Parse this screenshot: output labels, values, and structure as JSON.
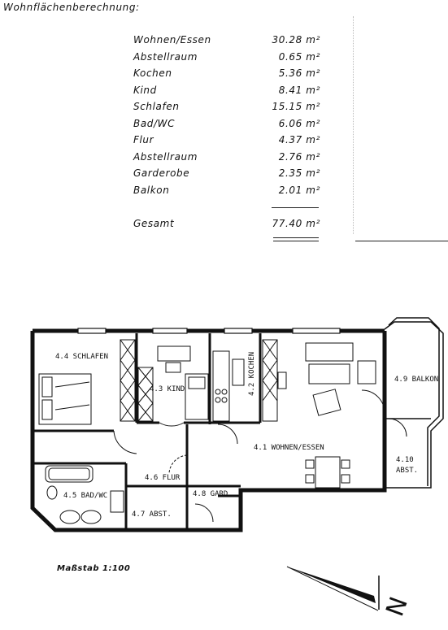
{
  "title": "Wohnflächenberechnung:",
  "areas": [
    {
      "name": "Wohnen/Essen",
      "value": "30.28 m²"
    },
    {
      "name": "Abstellraum",
      "value": "0.65 m²"
    },
    {
      "name": "Kochen",
      "value": "5.36 m²"
    },
    {
      "name": "Kind",
      "value": "8.41 m²"
    },
    {
      "name": "Schlafen",
      "value": "15.15 m²"
    },
    {
      "name": "Bad/WC",
      "value": "6.06 m²"
    },
    {
      "name": "Flur",
      "value": "4.37 m²"
    },
    {
      "name": "Abstellraum",
      "value": "2.76 m²"
    },
    {
      "name": "Garderobe",
      "value": "2.35 m²"
    },
    {
      "name": "Balkon",
      "value": "2.01 m²"
    }
  ],
  "total": {
    "name": "Gesamt",
    "value": "77.40 m²"
  },
  "rooms": {
    "schlafen": "4.4 SCHLAFEN",
    "kind": "4.3 KIND",
    "kochen": "4.2 KOCHEN",
    "wohnen": "4.1 WOHNEN/ESSEN",
    "balkon": "4.9 BALKON",
    "abst_num": "4.10",
    "abst_label": "ABST.",
    "flur": "4.6 FLUR",
    "gard": "4.8 GARD",
    "bad": "4.5 BAD/WC",
    "abst7": "4.7 ABST."
  },
  "scale": "Maßstab 1:100",
  "north": "N"
}
